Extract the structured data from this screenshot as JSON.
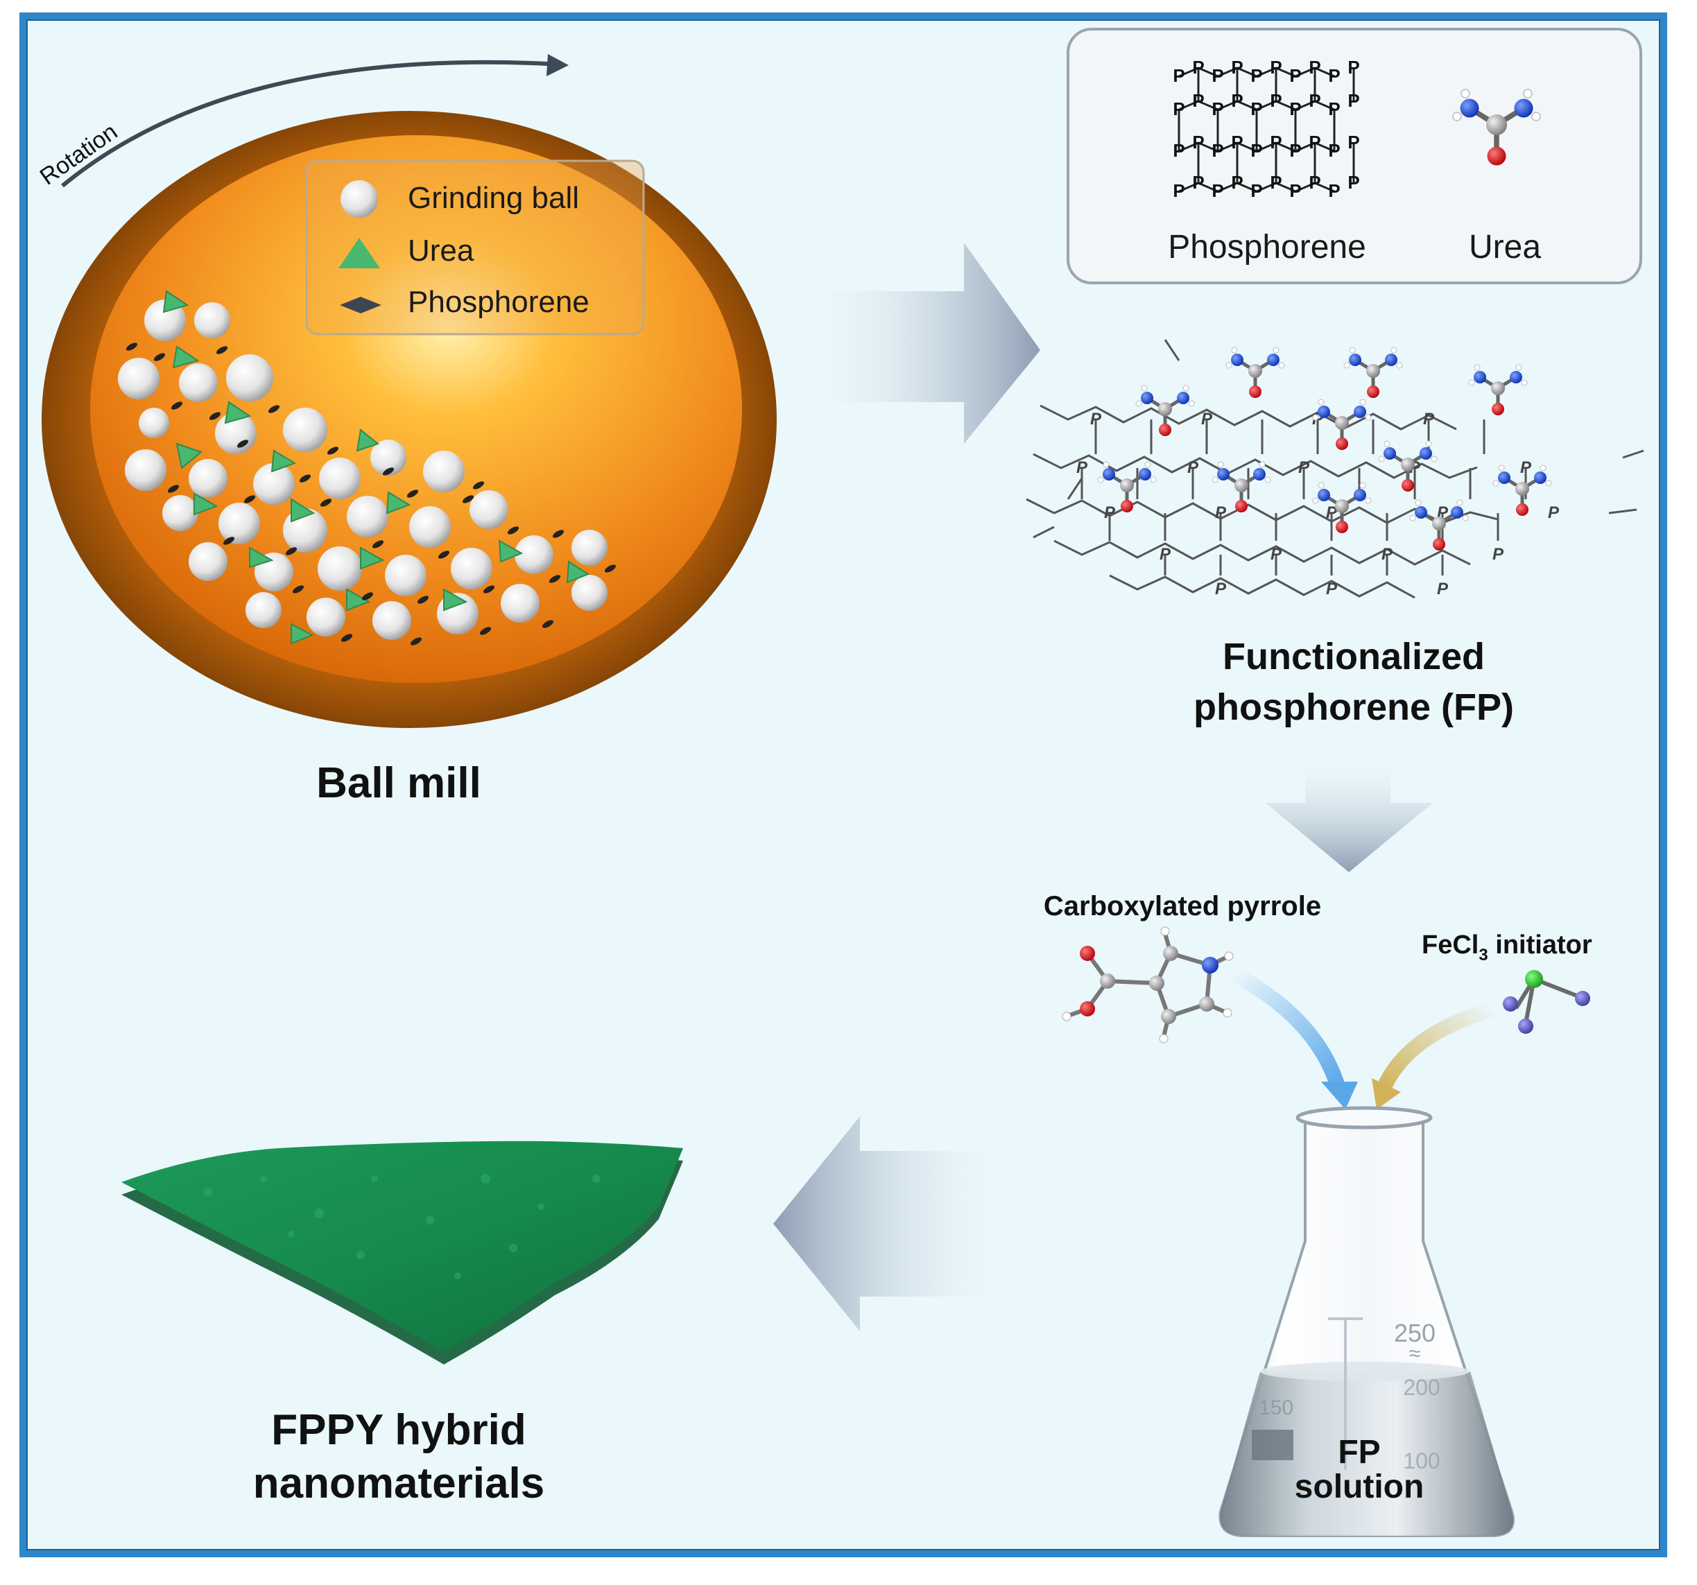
{
  "rotation_label": "Rotation",
  "legend": {
    "items": [
      {
        "label": "Grinding ball",
        "icon": "sphere-icon"
      },
      {
        "label": "Urea",
        "icon": "triangle-icon"
      },
      {
        "label": "Phosphorene",
        "icon": "flake-icon"
      }
    ]
  },
  "ball_mill_label": "Ball mill",
  "structure_box": {
    "phosphorene_label": "Phosphorene",
    "urea_label": "Urea",
    "atom_symbol": "P"
  },
  "fp_label_line1": "Functionalized",
  "fp_label_line2": "phosphorene (FP)",
  "carboxylated_pyrrole_label": "Carboxylated pyrrole",
  "fecl3": {
    "prefix": "FeCl",
    "subscript": "3",
    "suffix": " initiator"
  },
  "flask": {
    "top_mark": "250",
    "approx_mark": "≈",
    "mid_mark": "200",
    "left_mark": "150",
    "low_mark": "100",
    "solution_line1": "FP",
    "solution_line2": "solution"
  },
  "fppy_label_line1": "FPPY hybrid",
  "fppy_label_line2": "nanomaterials",
  "colors": {
    "frame_border": "#2f86c9",
    "background": "#eaf7fb",
    "bowl_orange": "#f08a1c",
    "urea_green": "#48b870",
    "nitrogen_blue": "#1f4fd6",
    "oxygen_red": "#e0121a",
    "film_green": "#1e8f55",
    "arrow_grey": "#9aa8bc"
  }
}
